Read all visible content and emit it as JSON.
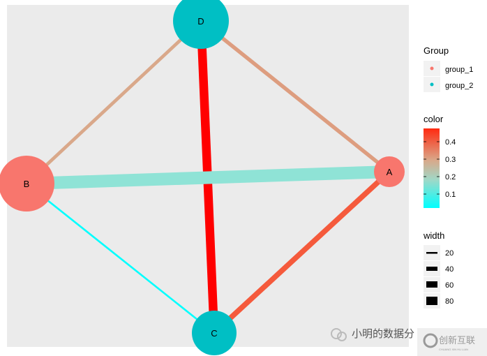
{
  "chart_data": {
    "type": "network",
    "nodes": [
      {
        "name": "A",
        "group": "group_1",
        "size": "small"
      },
      {
        "name": "B",
        "group": "group_1",
        "size": "large"
      },
      {
        "name": "C",
        "group": "group_2",
        "size": "medium"
      },
      {
        "name": "D",
        "group": "group_2",
        "size": "large"
      }
    ],
    "edges": [
      {
        "from": "B",
        "to": "D",
        "color": 0.27,
        "width": 15
      },
      {
        "from": "D",
        "to": "A",
        "color": 0.29,
        "width": 18
      },
      {
        "from": "D",
        "to": "C",
        "color": 0.48,
        "width": 50
      },
      {
        "from": "B",
        "to": "A",
        "color": 0.15,
        "width": 75
      },
      {
        "from": "B",
        "to": "C",
        "color": 0.0,
        "width": 5
      },
      {
        "from": "C",
        "to": "A",
        "color": 0.41,
        "width": 28
      }
    ],
    "legend": {
      "group_title": "Group",
      "groups": [
        "group_1",
        "group_2"
      ],
      "group_colors": {
        "group_1": "#F8766D",
        "group_2": "#00BFC4"
      },
      "color_title": "color",
      "color_ticks": [
        "0.1",
        "0.2",
        "0.3",
        "0.4"
      ],
      "color_low": "#00FFFF",
      "color_high": "#FF0000",
      "width_title": "width",
      "width_ticks": [
        "20",
        "40",
        "60",
        "80"
      ],
      "placement": "right"
    },
    "panel_background": "#EBEBEB",
    "grid": false
  },
  "watermark": {
    "text1": "小明的数据分",
    "text2": "创新互联",
    "text3": "CHUANG XIN HU LIAN"
  }
}
